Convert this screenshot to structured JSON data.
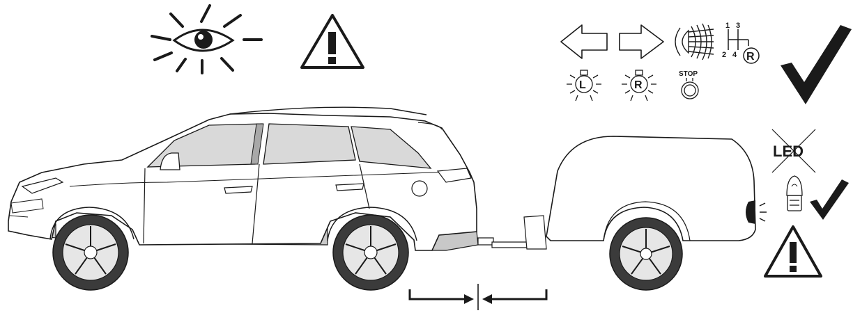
{
  "labels": {
    "gear_1": "1",
    "gear_2": "2",
    "gear_3": "3",
    "gear_4": "4",
    "gear_r": "R",
    "lamp_left": "L",
    "lamp_right": "R",
    "stop": "STOP",
    "led": "LED"
  },
  "icons": [
    "observe-eye-icon",
    "warning-triangle-icon",
    "left-arrow-icon",
    "right-arrow-icon",
    "fog-lamp-icon",
    "gear-shift-icon",
    "left-lamp-icon",
    "right-lamp-icon",
    "stop-lamp-icon",
    "checkmark-icon",
    "no-led-icon",
    "bulb-icon",
    "small-checkmark-icon",
    "bottom-warning-triangle-icon"
  ],
  "colors": {
    "line": "#1a1a1a",
    "glass": "#d9d9d9",
    "tyre": "#3b3b3b",
    "trim": "#c8c8c8"
  }
}
